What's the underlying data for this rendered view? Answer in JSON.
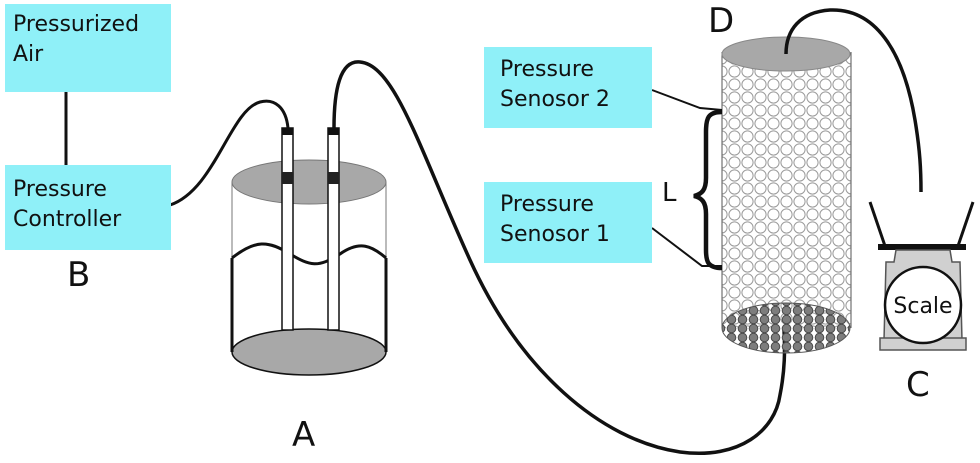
{
  "boxes": {
    "pressurized_air": [
      "Pressurized",
      "Air"
    ],
    "pressure_controller": [
      "Pressure",
      "Controller"
    ],
    "pressure_sensor_2": [
      "Pressure",
      "Senosor 2"
    ],
    "pressure_sensor_1": [
      "Pressure",
      "Senosor 1"
    ]
  },
  "labels": {
    "a": "A",
    "b": "B",
    "c": "C",
    "d": "D",
    "l": "L",
    "scale": "Scale"
  },
  "colors": {
    "box_fill": "#8ff0f8",
    "lid_gray": "#a8a8a8",
    "outline": "#111111"
  }
}
